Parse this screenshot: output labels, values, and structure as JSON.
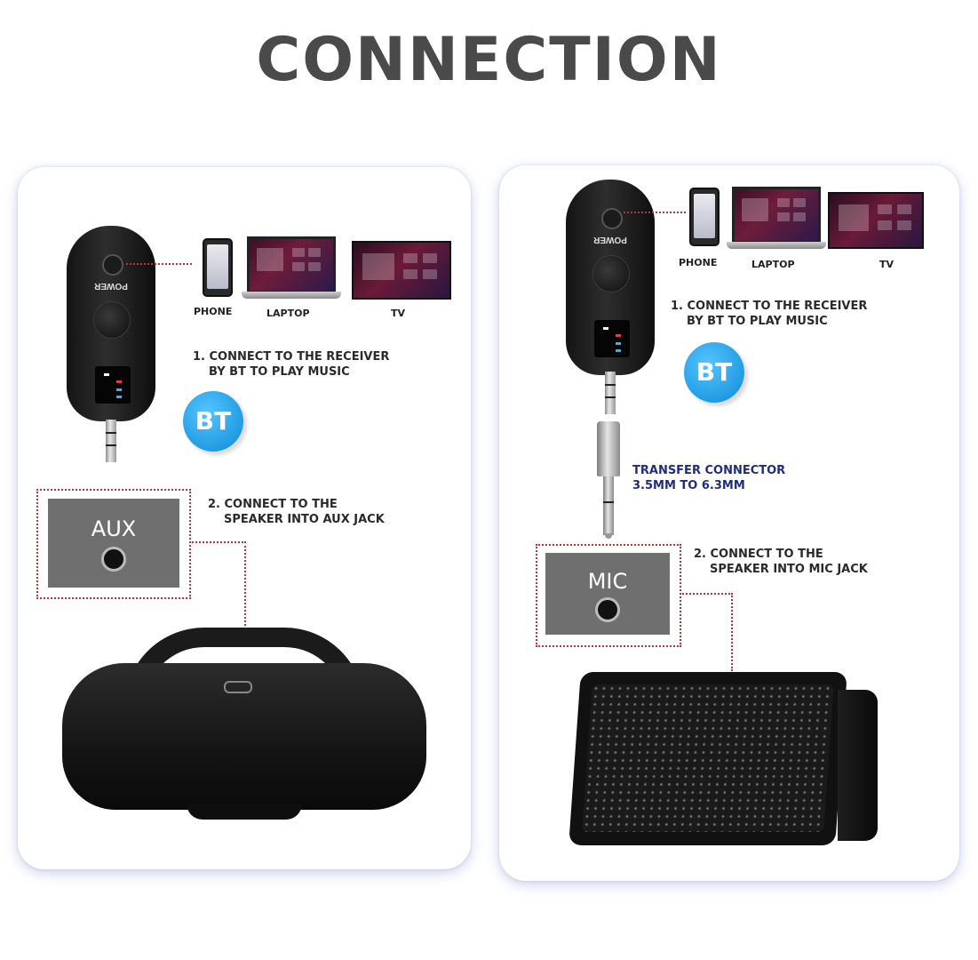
{
  "title": "CONNECTION",
  "left_panel": {
    "receiver_label": "POWER",
    "devices": {
      "phone": "PHONE",
      "laptop": "LAPTOP",
      "tv": "TV"
    },
    "step1": {
      "line1": "1. CONNECT TO THE RECEIVER",
      "line2": "BY BT TO PLAY MUSIC"
    },
    "badge": "BT",
    "step2": {
      "line1": "2. CONNECT TO  THE",
      "line2": "SPEAKER INTO AUX JACK"
    },
    "jack_label": "AUX"
  },
  "right_panel": {
    "receiver_label": "POWER",
    "devices": {
      "phone": "PHONE",
      "laptop": "LAPTOP",
      "tv": "TV"
    },
    "step1": {
      "line1": "1. CONNECT TO THE RECEIVER",
      "line2": "BY BT TO PLAY MUSIC"
    },
    "badge": "BT",
    "transfer": {
      "line1": "TRANSFER CONNECTOR",
      "line2": "3.5MM TO 6.3MM"
    },
    "step2": {
      "line1": "2. CONNECT TO  THE",
      "line2": "SPEAKER INTO MIC JACK"
    },
    "jack_label": "MIC"
  },
  "colors": {
    "badge": "#1a9ae6",
    "dotted": "#c0303a",
    "transfer_text": "#1f2e78",
    "title": "#4a4a4a"
  },
  "icons": [
    "bluetooth-receiver",
    "phone",
    "laptop",
    "tv",
    "bt-badge",
    "aux-jack",
    "mic-jack",
    "boombox-speaker",
    "amp-speaker",
    "adapter-plug"
  ]
}
